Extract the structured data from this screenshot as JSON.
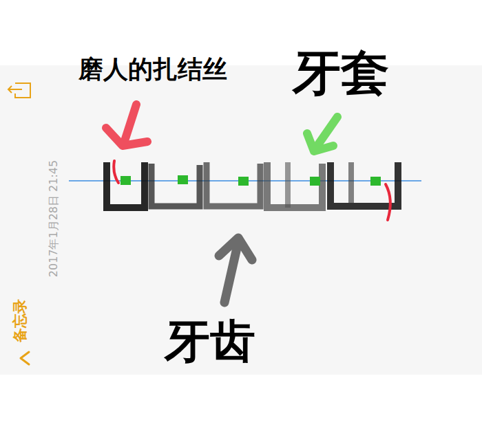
{
  "diagram": {
    "labels": [
      "磨人的扎结丝",
      "牙套",
      "牙齿",
      "2017年1月28日 21:45",
      "备忘录"
    ]
  }
}
